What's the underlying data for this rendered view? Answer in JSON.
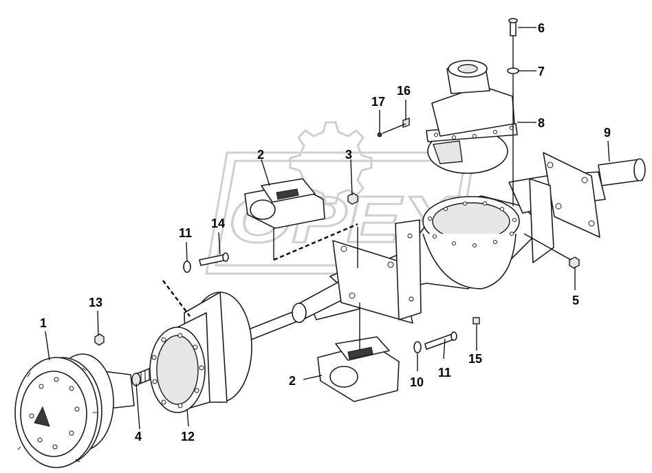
{
  "watermark": {
    "text": "OPEX"
  },
  "callouts": [
    {
      "id": "c1",
      "label": "1"
    },
    {
      "id": "c2a",
      "label": "2"
    },
    {
      "id": "c2b",
      "label": "2"
    },
    {
      "id": "c3",
      "label": "3"
    },
    {
      "id": "c4",
      "label": "4"
    },
    {
      "id": "c5",
      "label": "5"
    },
    {
      "id": "c6",
      "label": "6"
    },
    {
      "id": "c7",
      "label": "7"
    },
    {
      "id": "c8",
      "label": "8"
    },
    {
      "id": "c9",
      "label": "9"
    },
    {
      "id": "c10",
      "label": "10"
    },
    {
      "id": "c11a",
      "label": "11"
    },
    {
      "id": "c11b",
      "label": "11"
    },
    {
      "id": "c12",
      "label": "12"
    },
    {
      "id": "c13",
      "label": "13"
    },
    {
      "id": "c14",
      "label": "14"
    },
    {
      "id": "c15",
      "label": "15"
    },
    {
      "id": "c16",
      "label": "16"
    },
    {
      "id": "c17",
      "label": "17"
    }
  ]
}
